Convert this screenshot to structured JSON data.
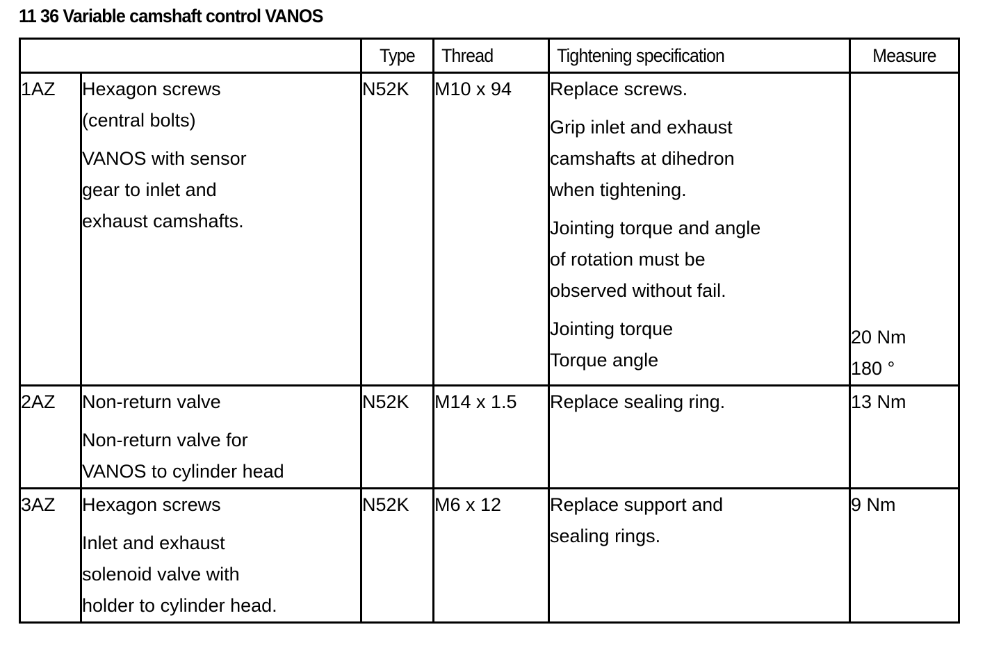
{
  "document": {
    "title": "11 36 Variable camshaft control VANOS"
  },
  "table": {
    "headers": {
      "position": "",
      "description": "",
      "type": "Type",
      "thread": "Thread",
      "tightening_specification": "Tightening specification",
      "measure": "Measure"
    },
    "rows": [
      {
        "position": "1AZ",
        "description_lines": [
          "Hexagon screws",
          "(central bolts)",
          "VANOS with sensor",
          "gear to inlet and",
          "exhaust camshafts."
        ],
        "type": "N52K",
        "thread": "M10 x 94",
        "spec_lines": [
          "Replace screws.",
          "Grip inlet and exhaust",
          "camshafts at dihedron",
          "when tightening.",
          "Jointing torque and angle",
          "of rotation must be",
          "observed without fail.",
          "Jointing torque",
          "Torque angle"
        ],
        "measure_lines": [
          "20 Nm",
          "180 °"
        ]
      },
      {
        "position": "2AZ",
        "description_lines": [
          "Non-return valve",
          "Non-return valve for",
          "VANOS to cylinder head"
        ],
        "type": "N52K",
        "thread": "M14 x 1.5",
        "spec_lines": [
          "Replace sealing ring."
        ],
        "measure_lines": [
          "13 Nm"
        ]
      },
      {
        "position": "3AZ",
        "description_lines": [
          "Hexagon screws",
          "Inlet and exhaust",
          "solenoid valve with",
          "holder to cylinder head."
        ],
        "type": "N52K",
        "thread": "M6 x 12",
        "spec_lines": [
          "Replace support and",
          "sealing rings."
        ],
        "measure_lines": [
          "9 Nm"
        ]
      }
    ]
  },
  "colors": {
    "ink": "#000000",
    "paper": "#ffffff"
  }
}
